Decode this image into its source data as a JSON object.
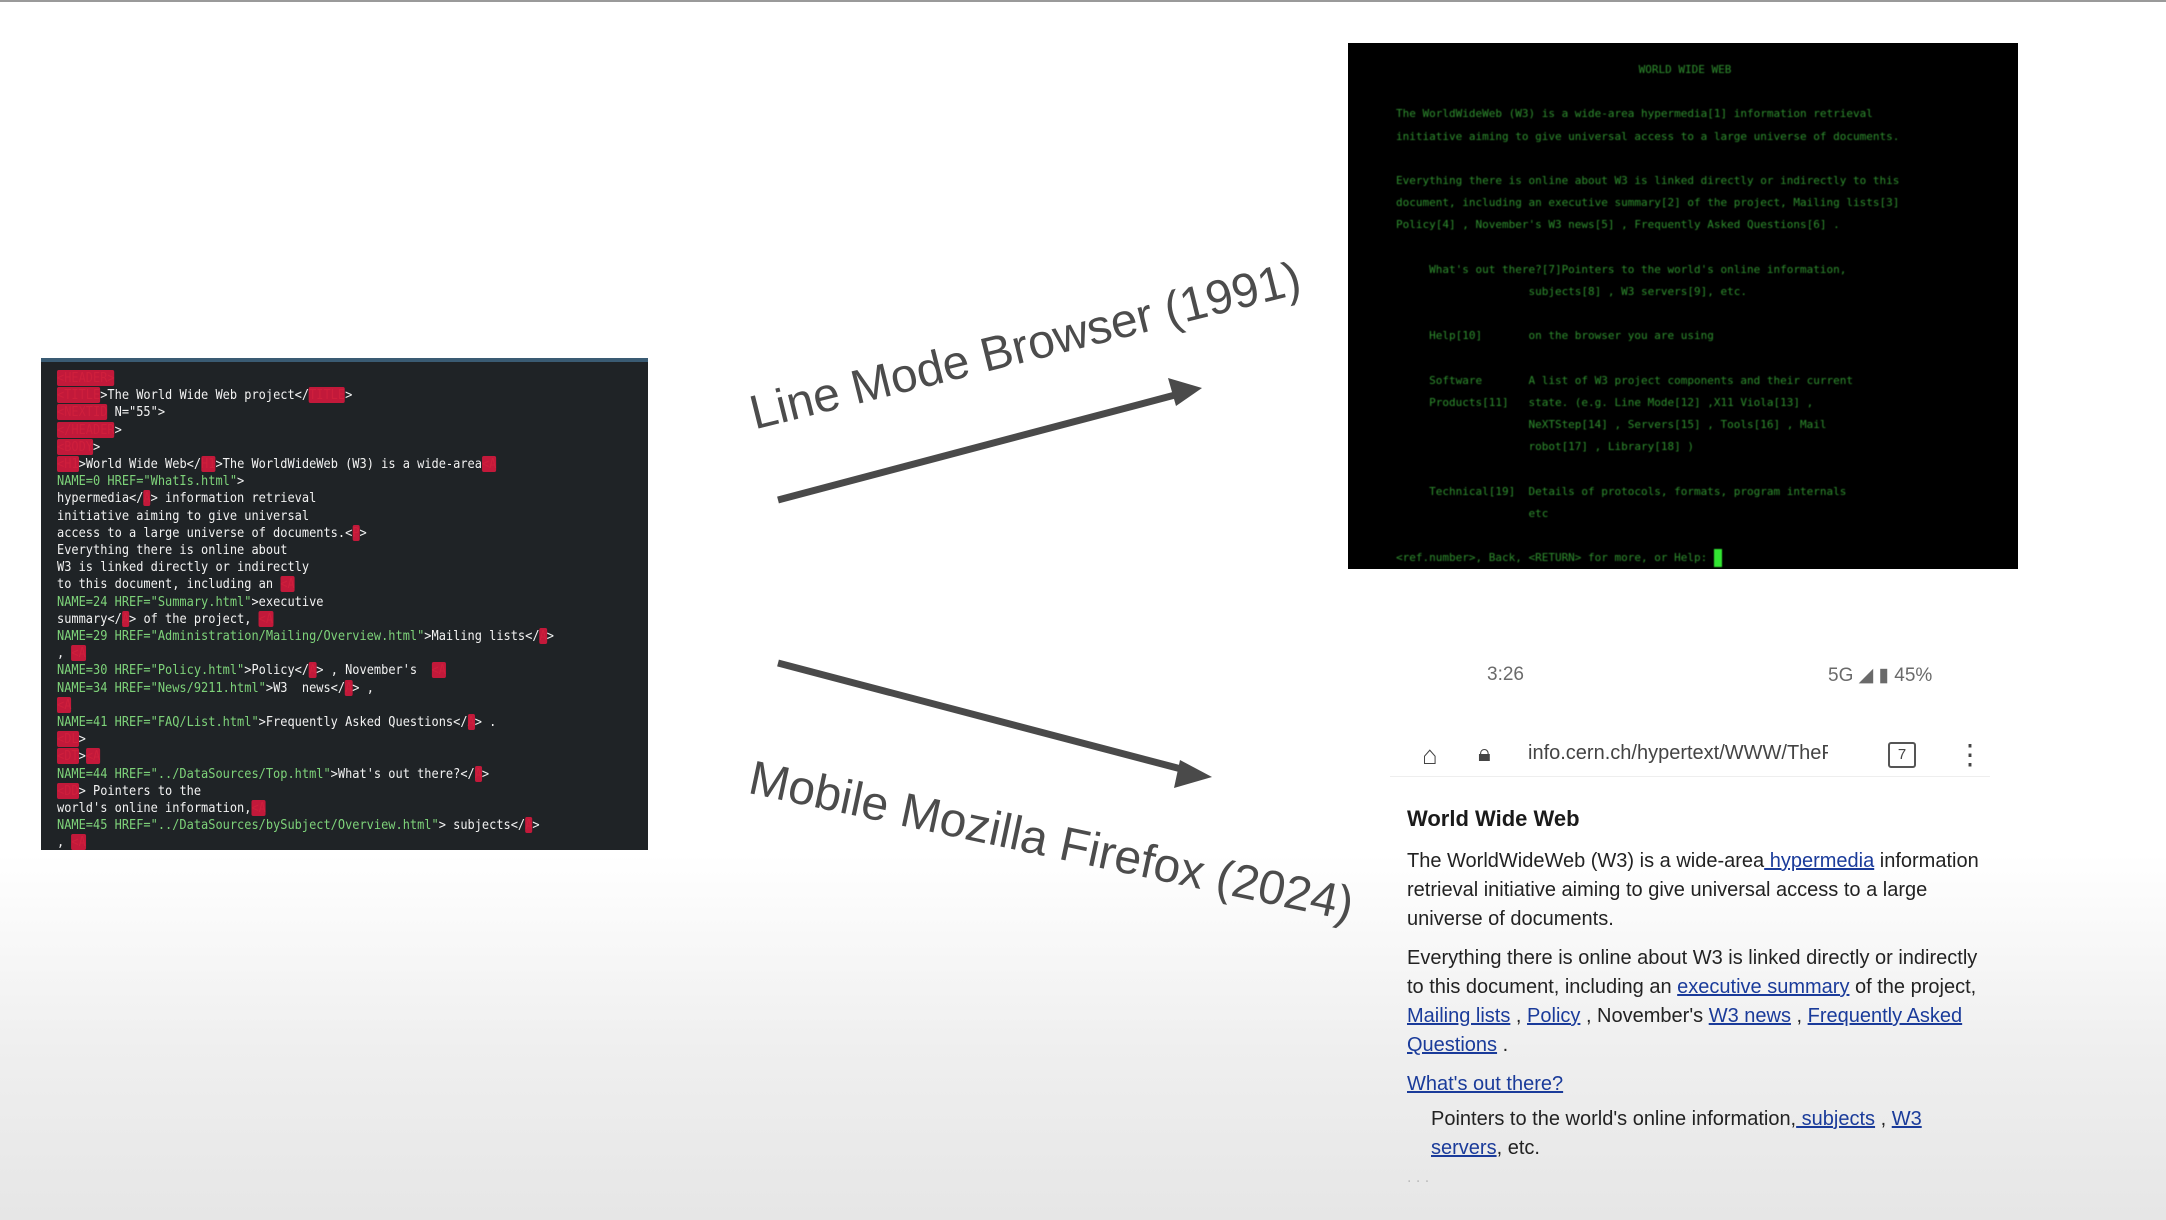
{
  "source_code": {
    "lines": [
      [
        {
          "k": "<HEADER>"
        },
        {
          "t": ""
        }
      ],
      [
        {
          "k": "<TITLE"
        },
        {
          "t": ">The World Wide Web project</"
        },
        {
          "k": "TITLE"
        },
        {
          "t": ">"
        }
      ],
      [
        {
          "k": "<NEXTID"
        },
        {
          "t": " N=\"55\">"
        }
      ],
      [
        {
          "k": "</HEADER"
        },
        {
          "t": ">"
        }
      ],
      [
        {
          "k": "<BODY"
        },
        {
          "t": ">"
        }
      ],
      [
        {
          "k": "<H1"
        },
        {
          "t": ">World Wide Web</"
        },
        {
          "k": "H1"
        },
        {
          "t": ">The WorldWideWeb (W3) is a wide-area"
        },
        {
          "k": "<A"
        }
      ],
      [
        {
          "a": "NAME=0 HREF=\"WhatIs.html\""
        },
        {
          "t": ">"
        }
      ],
      [
        {
          "t": "hypermedia</"
        },
        {
          "k": "A"
        },
        {
          "t": "> information retrieval"
        }
      ],
      [
        {
          "t": "initiative aiming to give universal"
        }
      ],
      [
        {
          "t": "access to a large universe of documents.<"
        },
        {
          "k": "P"
        },
        {
          "t": ">"
        }
      ],
      [
        {
          "t": "Everything there is online about"
        }
      ],
      [
        {
          "t": "W3 is linked directly or indirectly"
        }
      ],
      [
        {
          "t": "to this document, including an "
        },
        {
          "k": "<A"
        }
      ],
      [
        {
          "a": "NAME=24 HREF=\"Summary.html\""
        },
        {
          "t": ">executive"
        }
      ],
      [
        {
          "t": "summary</"
        },
        {
          "k": "A"
        },
        {
          "t": "> of the project, "
        },
        {
          "k": "<A"
        }
      ],
      [
        {
          "a": "NAME=29 HREF=\"Administration/Mailing/Overview.html\""
        },
        {
          "t": ">Mailing lists</"
        },
        {
          "k": "A"
        },
        {
          "t": ">"
        }
      ],
      [
        {
          "t": ", "
        },
        {
          "k": "<A"
        }
      ],
      [
        {
          "a": "NAME=30 HREF=\"Policy.html\""
        },
        {
          "t": ">Policy</"
        },
        {
          "k": "A"
        },
        {
          "t": "> , November's  "
        },
        {
          "k": "<A"
        }
      ],
      [
        {
          "a": "NAME=34 HREF=\"News/9211.html\""
        },
        {
          "t": ">W3  news</"
        },
        {
          "k": "A"
        },
        {
          "t": "> ,"
        }
      ],
      [
        {
          "k": "<A"
        }
      ],
      [
        {
          "a": "NAME=41 HREF=\"FAQ/List.html\""
        },
        {
          "t": ">Frequently Asked Questions</"
        },
        {
          "k": "A"
        },
        {
          "t": "> ."
        }
      ],
      [
        {
          "k": "<DL"
        },
        {
          "t": ">"
        }
      ],
      [
        {
          "k": "<DT"
        },
        {
          "t": ">"
        },
        {
          "k": "<A"
        }
      ],
      [
        {
          "a": "NAME=44 HREF=\"../DataSources/Top.html\""
        },
        {
          "t": ">What's out there?</"
        },
        {
          "k": "A"
        },
        {
          "t": ">"
        }
      ],
      [
        {
          "k": "<DD"
        },
        {
          "t": "> Pointers to the"
        }
      ],
      [
        {
          "t": "world's online information,"
        },
        {
          "k": "<A"
        }
      ],
      [
        {
          "a": "NAME=45 HREF=\"../DataSources/bySubject/Overview.html\""
        },
        {
          "t": "> subjects</"
        },
        {
          "k": "A"
        },
        {
          "t": ">"
        }
      ],
      [
        {
          "t": ", "
        },
        {
          "k": "<A"
        }
      ]
    ]
  },
  "captions": {
    "line_mode": "Line Mode Browser (1991)",
    "firefox": "Mobile Mozilla Firefox (2024)"
  },
  "arrow_color": "#4a4a4a",
  "terminal": {
    "lines": [
      {
        "text": "WORLD WIDE WEB",
        "center": true
      },
      {
        "text": ""
      },
      {
        "text": "The WorldWideWeb (W3) is a wide-area hypermedia[1] information retrieval"
      },
      {
        "text": "initiative aiming to give universal access to a large universe of documents."
      },
      {
        "text": ""
      },
      {
        "text": "Everything there is online about W3 is linked directly or indirectly to this"
      },
      {
        "text": "document, including an executive summary[2] of the project, Mailing lists[3]"
      },
      {
        "text": "Policy[4] , November's W3 news[5] , Frequently Asked Questions[6] ."
      },
      {
        "text": ""
      },
      {
        "text": "     What's out there?[7]Pointers to the world's online information,"
      },
      {
        "text": "                    subjects[8] , W3 servers[9], etc."
      },
      {
        "text": ""
      },
      {
        "text": "     Help[10]       on the browser you are using"
      },
      {
        "text": ""
      },
      {
        "text": "     Software       A list of W3 project components and their current"
      },
      {
        "text": "     Products[11]   state. (e.g. Line Mode[12] ,X11 Viola[13] ,"
      },
      {
        "text": "                    NeXTStep[14] , Servers[15] , Tools[16] , Mail"
      },
      {
        "text": "                    robot[17] , Library[18] )"
      },
      {
        "text": ""
      },
      {
        "text": "     Technical[19]  Details of protocols, formats, program internals"
      },
      {
        "text": "                    etc"
      },
      {
        "text": ""
      },
      {
        "text": "<ref.number>, Back, <RETURN> for more, or Help: ",
        "cursor": true
      }
    ]
  },
  "phone": {
    "time": "3:26",
    "status_right": "5G ◢ ▮ 45%",
    "url": "info.cern.ch/hypertext/WWW/TheProject.html",
    "tab_count": "7",
    "icons": {
      "home": "home-icon",
      "lock": "tracking-protection-icon",
      "menu": "more-vert-icon"
    },
    "page": {
      "title": "World Wide Web",
      "p1_a": "The WorldWideWeb (W3) is a wide-area",
      "p1_link": " hypermedia",
      "p1_b": " information retrieval initiative aiming to give universal access to a large universe of documents.",
      "p2_a": "Everything there is online about W3 is linked directly or indirectly to this document, including an ",
      "p2_link1": "executive summary",
      "p2_b": " of the project, ",
      "p2_link2": "Mailing lists",
      "p2_c": " , ",
      "p2_link3": "Policy",
      "p2_d": " , November's ",
      "p2_link4": "W3 news",
      "p2_e": " , ",
      "p2_link5": "Frequently Asked Questions",
      "p2_f": " .",
      "dt_link": "What's out there?",
      "dd_a": "Pointers to the world's online information,",
      "dd_link1": " subjects",
      "dd_b": " , ",
      "dd_link2": "W3 servers",
      "dd_c": ", etc."
    }
  }
}
